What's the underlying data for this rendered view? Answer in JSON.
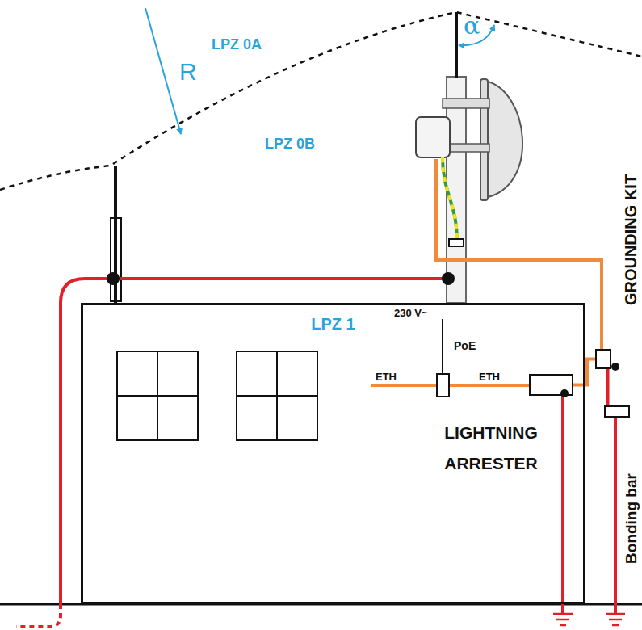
{
  "diagram": {
    "nodes": [
      {
        "text": [
          "LPZ 1"
        ]
      },
      {
        "text": [
          "PoE"
        ],
        "in": 0
      },
      {
        "text": [
          "LIGHTNING ARRESTER"
        ],
        "in": 0
      },
      {
        "text": [
          "GROUNDING KIT"
        ]
      },
      {
        "text": [
          "Bonding bar"
        ]
      }
    ],
    "edges": [
      {
        "from": 1,
        "to": 2,
        "arrow": "none",
        "label": "ETH"
      },
      {
        "from": 2,
        "to": 3,
        "arrow": "none"
      },
      {
        "from": 3,
        "to": 4,
        "arrow": "none"
      }
    ],
    "labels": [
      "LPZ 0A",
      "R",
      "α",
      "LPZ 0B",
      "230 V~",
      "ETH"
    ]
  }
}
